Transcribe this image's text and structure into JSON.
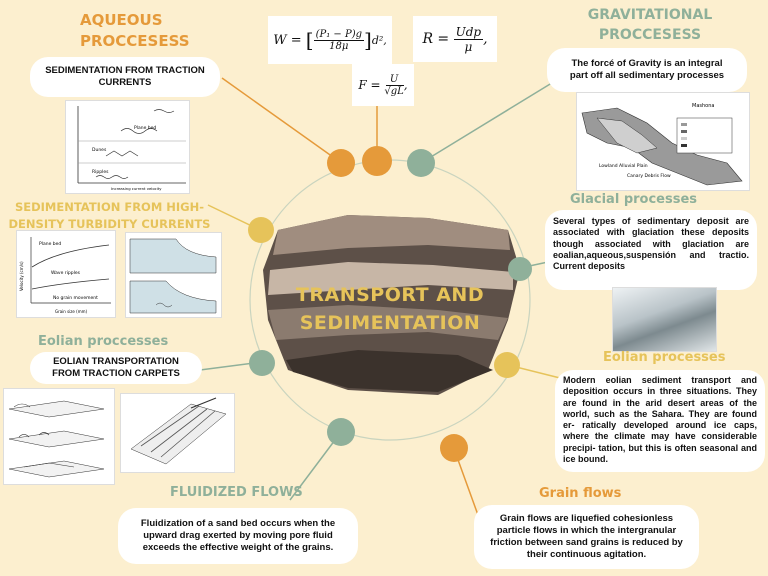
{
  "title": "TRANSPORT AND SEDIMENTATION",
  "colors": {
    "background": "#fcefcf",
    "orange": "#e59a3a",
    "green": "#8fb09a",
    "yellow": "#e6c35a"
  },
  "aqueous": {
    "heading_line1": "AQUEOUS",
    "heading_line2": "PROCCESESS",
    "box": "SEDIMENTATION FROM TRACTION CURRENTS"
  },
  "formulas": {
    "stokes_lhs": "W",
    "stokes_num": "(P₁ − P)g",
    "stokes_den": "18μ",
    "stokes_tail": "d²,",
    "reynolds_lhs": "R",
    "reynolds_num": "Udp",
    "reynolds_den": "μ",
    "froude_lhs": "F",
    "froude_num": "U",
    "froude_den": "gL"
  },
  "gravitational": {
    "heading_line1": "GRAVITATIONAL",
    "heading_line2": "PROCCESESS",
    "box": "The forcé of Gravity is an integral part off all sedimentary processes"
  },
  "turbidity": {
    "heading_line1": "SEDIMENTATION FROM HIGH-",
    "heading_line2": "DENSITY TURBIDITY CURRENTS"
  },
  "glacial": {
    "heading": "Glacial processes",
    "box": "Several types of sedimentary deposit are associated with glaciation these deposits though associated with glaciation are eoalian,aqueous,suspensión and tractio. Current deposits"
  },
  "eolian_left": {
    "heading": "Eolian proccesses",
    "box": "EOLIAN TRANSPORTATION FROM TRACTION CARPETS"
  },
  "eolian_right": {
    "heading": "Eolian processes",
    "box": "Modern eolian sediment transport and deposition occurs in three situations. They are found in the arid desert areas of the world, such as the Sahara. They are found er- ratically developed around ice caps, where the climate may have considerable precipi- tation, but this is often seasonal and ice bound."
  },
  "fluidized": {
    "heading": "FLUIDIZED FLOWS",
    "box": "Fluidization of a sand bed occurs when the upward drag exerted by moving pore fluid exceeds the effective weight of the grains."
  },
  "grain": {
    "heading": "Grain flows",
    "box": "Grain flows are liquefied cohesionless particle flows in which the intergranular friction between sand grains is reduced by their continuous agitation."
  },
  "figures": {
    "bedform_plane_bed": "Plane bed",
    "bedform_dunes": "Dunes",
    "bedform_ripples": "Ripples",
    "bedform_axis": "Increasing current velocity",
    "ripple_plane_bed": "Plane bed",
    "ripple_wave": "Wave ripples",
    "ripple_no_grain": "No grain movement",
    "ripple_xlabel": "Grain size (mm)",
    "ripple_ylabel": "Velocity (cm/s)",
    "map_title": "Mashona",
    "map_caption1": "Lowland Alluvial Plain",
    "map_caption2": "Canary Debris Flow"
  }
}
